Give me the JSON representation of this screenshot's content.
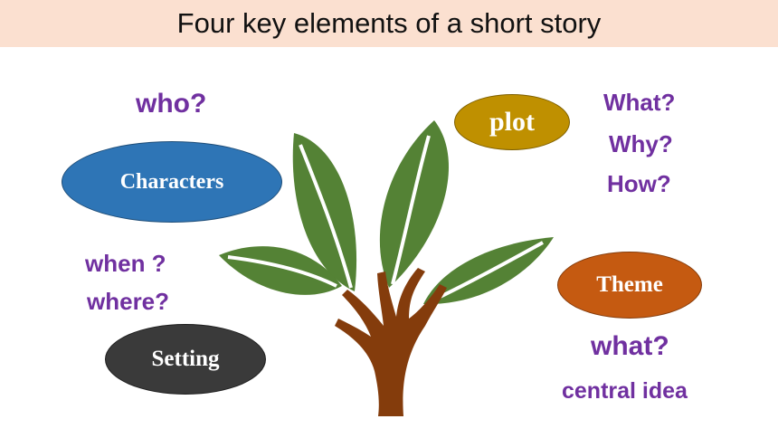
{
  "title": "Four key elements of a short story",
  "elements": {
    "characters": {
      "label": "Characters",
      "color": "#2e75b6",
      "questions": [
        "who?"
      ]
    },
    "plot": {
      "label": "plot",
      "color": "#bf9000",
      "questions": [
        "What?",
        "Why?",
        "How?"
      ]
    },
    "setting": {
      "label": "Setting",
      "color": "#3a3a3a",
      "questions": [
        "when ?",
        "where?"
      ]
    },
    "theme": {
      "label": "Theme",
      "color": "#c55a11",
      "questions": [
        "what?",
        "central idea"
      ]
    }
  },
  "colors": {
    "question_text": "#7030a0",
    "title_bg": "#fbe0d0",
    "leaf": "#548235",
    "trunk": "#843c0c"
  },
  "icons": [
    "tree-illustration"
  ]
}
